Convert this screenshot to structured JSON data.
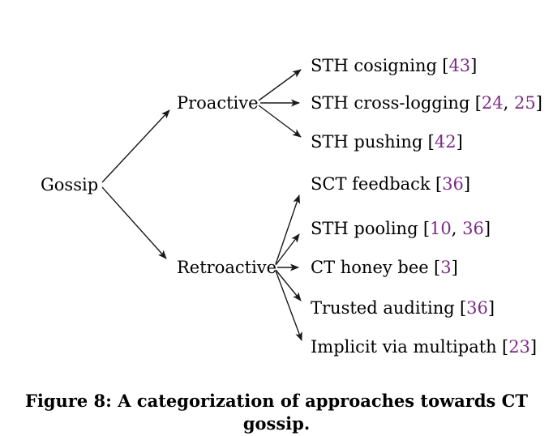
{
  "figure": {
    "caption": "Figure 8: A categorization of approaches towards CT gossip."
  },
  "diagram": {
    "root": {
      "label": "Gossip"
    },
    "branches": [
      {
        "label": "Proactive"
      },
      {
        "label": "Retroactive"
      }
    ],
    "leaves": [
      {
        "label": "STH cosigning",
        "citations": [
          "43"
        ]
      },
      {
        "label": "STH cross-logging",
        "citations": [
          "24",
          "25"
        ]
      },
      {
        "label": "STH pushing",
        "citations": [
          "42"
        ]
      },
      {
        "label": "SCT feedback",
        "citations": [
          "36"
        ]
      },
      {
        "label": "STH pooling",
        "citations": [
          "10",
          "36"
        ]
      },
      {
        "label": "CT honey bee",
        "citations": [
          "3"
        ]
      },
      {
        "label": "Trusted auditing",
        "citations": [
          "36"
        ]
      },
      {
        "label": "Implicit via multipath",
        "citations": [
          "23"
        ]
      }
    ],
    "punct": {
      "open": "[",
      "close": "]",
      "sep": ", "
    }
  },
  "colors": {
    "background": "#ffffff",
    "text": "#000000",
    "citation": "#7d2b86",
    "edge": "#1a1a1a"
  }
}
